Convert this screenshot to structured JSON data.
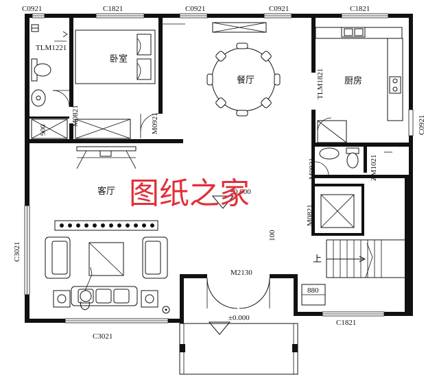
{
  "plan": {
    "window_codes": {
      "top_left": "C0921",
      "top_2": "C1821",
      "top_3": "C0921",
      "top_4": "C0921",
      "top_5": "C1821",
      "right": "C0921",
      "left": "C3021",
      "bottom_left": "C3021",
      "bottom_right": "C1821"
    },
    "door_codes": {
      "tlm_bath": "TLM1221",
      "m0821_bath": "M0821",
      "m0921_bed": "M0921",
      "tlm_kitchen": "TLM1821",
      "m0821_wc": "M0821",
      "zm1021": "ZM1021",
      "m0821_stair": "M0821",
      "m2130": "M2130"
    },
    "rooms": {
      "bedroom": "卧室",
      "dining": "餐厅",
      "kitchen": "厨房",
      "living": "客厅"
    },
    "levels": {
      "living": "±0.000",
      "entry": "±0.000"
    },
    "dims": {
      "d880": "880",
      "d100": "100",
      "d900": "900"
    },
    "stair_label": "上",
    "watermark": "图纸之家"
  }
}
